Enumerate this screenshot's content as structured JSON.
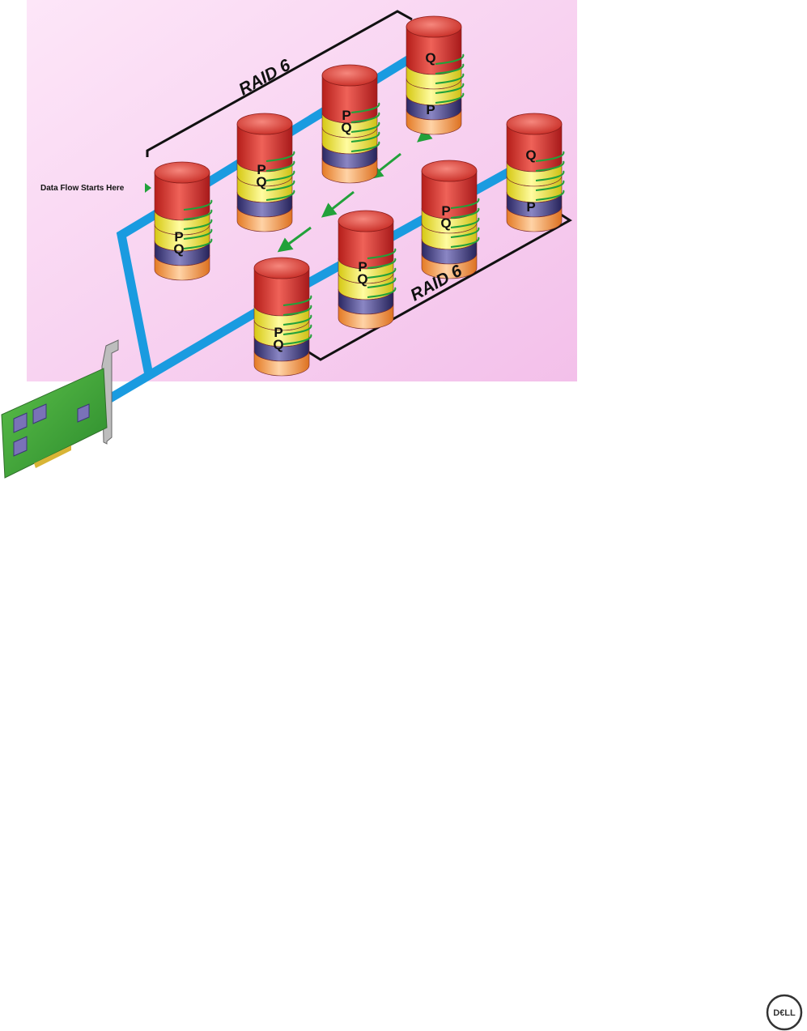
{
  "diagram": {
    "group_labels": [
      "RAID 6",
      "RAID 6"
    ],
    "flow_label": "Data Flow Starts Here",
    "disks": [
      {
        "id": "d1",
        "row": "bottom",
        "parity_labels": [
          "P",
          "Q"
        ],
        "parity_position": "lower"
      },
      {
        "id": "d2",
        "row": "top",
        "parity_labels": [
          "P",
          "Q"
        ],
        "parity_position": "middle"
      },
      {
        "id": "d3",
        "row": "top",
        "parity_labels": [
          "P",
          "Q"
        ],
        "parity_position": "upper"
      },
      {
        "id": "d4",
        "row": "top",
        "parity_labels": [
          "Q",
          "P"
        ],
        "parity_position": "split"
      },
      {
        "id": "d5",
        "row": "bottom",
        "parity_labels": [
          "P",
          "Q"
        ],
        "parity_position": "lower"
      },
      {
        "id": "d6",
        "row": "bottom",
        "parity_labels": [
          "P",
          "Q"
        ],
        "parity_position": "middle"
      },
      {
        "id": "d7",
        "row": "bottom",
        "parity_labels": [
          "P",
          "Q"
        ],
        "parity_position": "upper"
      },
      {
        "id": "d8",
        "row": "bottom",
        "parity_labels": [
          "Q",
          "P"
        ],
        "parity_position": "split"
      }
    ],
    "colors": {
      "background": "#f6c8ef",
      "bus": "#1a9be0",
      "disk_top": "#d8342c",
      "band_yellow": "#f7ef3e",
      "band_navy": "#3e3a7c",
      "band_orange": "#f39a4a",
      "arrow": "#22a13a",
      "card": "#3aa33c"
    }
  },
  "footer": {
    "logo_text": "D€LL"
  }
}
